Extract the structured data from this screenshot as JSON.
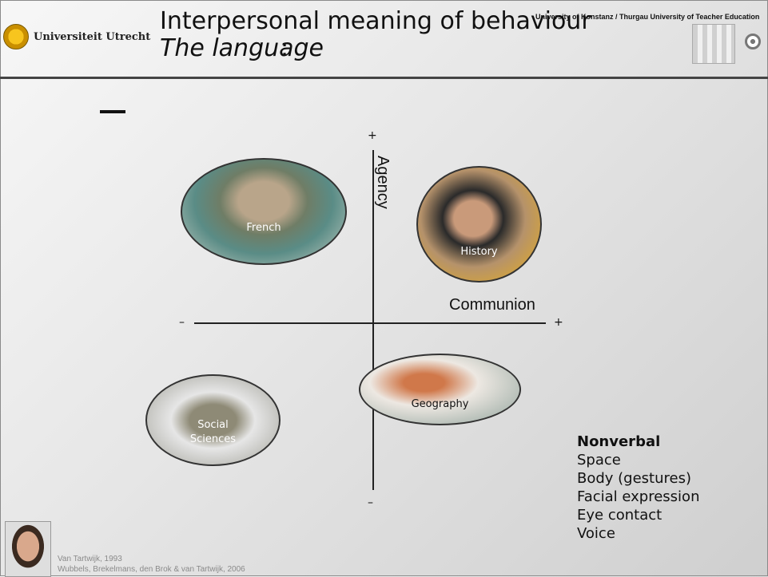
{
  "header": {
    "logo_text": "Universiteit Utrecht",
    "title_line1": "Interpersonal meaning of behaviour",
    "title_line2": "The language",
    "title_colon": ":",
    "partner_universities": "University of Konstanz / Thurgau University of Teacher Education"
  },
  "slide": {
    "bullet_dash": "–"
  },
  "diagram": {
    "axis_vertical_label": "Agency",
    "axis_horizontal_label": "Communion",
    "tick_top": "+",
    "tick_bottom": "–",
    "tick_left": "–",
    "tick_right": "+",
    "ovals": [
      {
        "label": "French"
      },
      {
        "label": "History"
      },
      {
        "label_line1": "Social",
        "label_line2": "Sciences"
      },
      {
        "label": "Geography"
      }
    ]
  },
  "nonverbal": {
    "heading": "Nonverbal",
    "items": [
      "Space",
      "Body (gestures)",
      "Facial expression",
      "Eye contact",
      "Voice"
    ]
  },
  "references": [
    "Van Tartwijk, 1993",
    "Wubbels, Brekelmans, den Brok & van Tartwijk, 2006"
  ]
}
